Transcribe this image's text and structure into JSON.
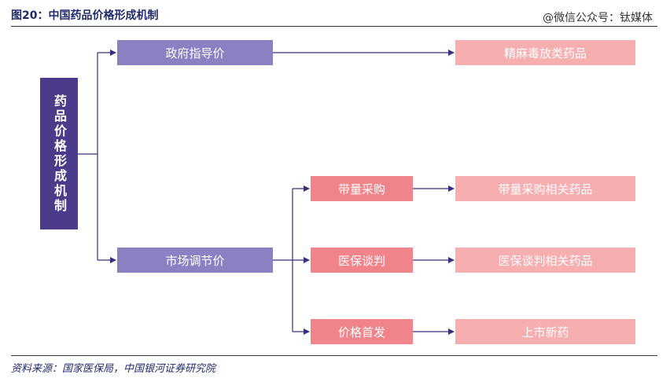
{
  "figure": {
    "title": "图20：中国药品价格形成机制",
    "watermark": "@微信公众号：钛媒体",
    "source": "资料来源：国家医保局，中国银河证券研究院"
  },
  "diagram": {
    "root": "药品价格形成机制",
    "government": {
      "label": "政府指导价",
      "leaf": "精麻毒放类药品"
    },
    "market": {
      "label": "市场调节价",
      "branches": [
        {
          "label": "带量采购",
          "leaf": "带量采购相关药品"
        },
        {
          "label": "医保谈判",
          "leaf": "医保谈判相关药品"
        },
        {
          "label": "价格首发",
          "leaf": "上市新药"
        }
      ]
    }
  },
  "colors": {
    "root": "#4b3b8a",
    "level1": "#8b80c2",
    "level2": "#f0848a",
    "leaf": "#f7aeb0",
    "connector": "#3a2f7a"
  }
}
